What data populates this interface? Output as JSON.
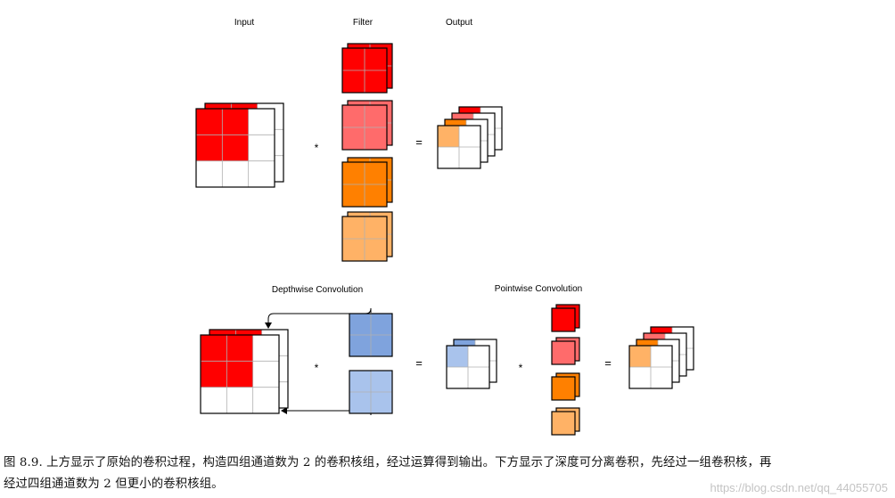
{
  "labels": {
    "input": "Input",
    "filter": "Filter",
    "output": "Output",
    "depthwise": "Depthwise Convolution",
    "pointwise": "Pointwise Convolution"
  },
  "operators": {
    "multiply": "*",
    "equals": "="
  },
  "colors": {
    "red": "#ff0000",
    "pink": "#ff6b6b",
    "orange": "#ff8000",
    "peach": "#ffb266",
    "blue": "#7fa3dd",
    "light_blue": "#a9c3ec",
    "white": "#ffffff",
    "grid": "#b0b0b0",
    "outline": "#000000"
  },
  "caption": {
    "line1": "图 8.9.  上方显示了原始的卷积过程，构造四组通道数为 2 的卷积核组，经过运算得到输出。下方显示了深度可分离卷积，先经过一组卷积核，再",
    "line2": "经过四组通道数为 2 但更小的卷积核组。"
  },
  "watermark": "https://blog.csdn.net/qq_44055705"
}
